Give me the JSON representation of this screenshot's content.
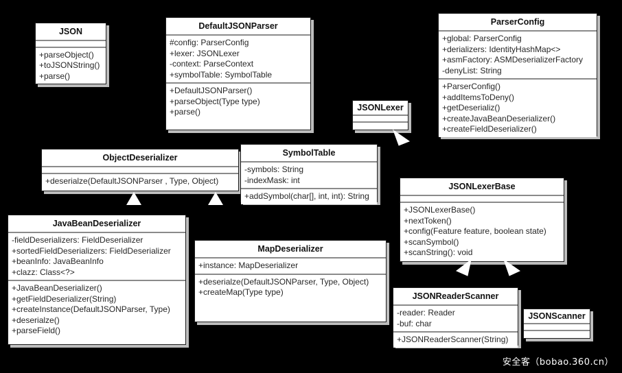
{
  "diagram": {
    "type": "uml-class-diagram",
    "background_color": "#000000",
    "box_fill_color": "#ffffff",
    "box_border_color": "#1c1c1c",
    "separator_color": "#8a8a8a",
    "shadow_color": "#bdbdbd",
    "arrow_color": "#ffffff"
  },
  "classes": [
    {
      "id": "json",
      "name": "JSON",
      "attributes": [],
      "methods": [
        "+parseObject()",
        "+toJSONString()",
        "+parse()"
      ]
    },
    {
      "id": "default-json-parser",
      "name": "DefaultJSONParser",
      "attributes": [
        "#config: ParserConfig",
        "+lexer: JSONLexer",
        "-context: ParseContext",
        "+symbolTable: SymbolTable"
      ],
      "methods": [
        "+DefaultJSONParser()",
        "+parseObject(Type type)",
        "+parse()"
      ]
    },
    {
      "id": "parser-config",
      "name": "ParserConfig",
      "attributes": [
        "+global: ParserConfig",
        "+derializers: IdentityHashMap<>",
        "+asmFactory: ASMDeserializerFactory",
        "-denyList: String"
      ],
      "methods": [
        "+ParserConfig()",
        "+addItemsToDeny()",
        "+getDeserializ()",
        "+createJavaBeanDeserializer()",
        "+createFieldDeserializer()"
      ]
    },
    {
      "id": "json-lexer",
      "name": "JSONLexer",
      "attributes": [],
      "methods": []
    },
    {
      "id": "object-deserializer",
      "name": "ObjectDeserializer",
      "attributes": [],
      "methods": [
        "+deserialze(DefaultJSONParser , Type, Object)"
      ]
    },
    {
      "id": "symbol-table",
      "name": "SymbolTable",
      "attributes": [
        "-symbols: String",
        "-indexMask: int"
      ],
      "methods": [
        "+addSymbol(char[], int, int): String"
      ]
    },
    {
      "id": "json-lexer-base",
      "name": "JSONLexerBase",
      "attributes": [],
      "methods": [
        "+JSONLexerBase()",
        "+nextToken()",
        "+config(Feature feature, boolean state)",
        "+scanSymbol()",
        "+scanString(): void"
      ]
    },
    {
      "id": "java-bean-deserializer",
      "name": "JavaBeanDeserializer",
      "attributes": [
        "-fieldDeserializers: FieldDeserializer",
        "+sortedFieldDeserializers: FieldDeserializer",
        "+beanInfo: JavaBeanInfo",
        "+clazz: Class<?>"
      ],
      "methods": [
        "+JavaBeanDeserializer()",
        "+getFieldDeserializer(String)",
        "+createInstance(DefaultJSONParser, Type)",
        "+deserialze()",
        "+parseField()"
      ]
    },
    {
      "id": "map-deserializer",
      "name": "MapDeserializer",
      "attributes": [
        "+instance: MapDeserializer"
      ],
      "methods": [
        "+deserialze(DefaultJSONParser, Type, Object)",
        "+createMap(Type type)"
      ]
    },
    {
      "id": "json-reader-scanner",
      "name": "JSONReaderScanner",
      "attributes": [
        "-reader: Reader",
        "-buf: char"
      ],
      "methods": [
        "+JSONReaderScanner(String)"
      ]
    },
    {
      "id": "json-scanner",
      "name": "JSONScanner",
      "attributes": [],
      "methods": []
    }
  ],
  "relationships": [
    {
      "id": "rel-lexerbase-to-lexer",
      "type": "generalization",
      "from": "json-lexer-base",
      "to": "json-lexer"
    },
    {
      "id": "rel-javabean-to-objectdes",
      "type": "generalization",
      "from": "java-bean-deserializer",
      "to": "object-deserializer"
    },
    {
      "id": "rel-mapdes-to-objectdes",
      "type": "generalization",
      "from": "map-deserializer",
      "to": "object-deserializer"
    },
    {
      "id": "rel-readerscanner-to-lexerbase",
      "type": "generalization",
      "from": "json-reader-scanner",
      "to": "json-lexer-base"
    },
    {
      "id": "rel-scanner-to-lexerbase",
      "type": "generalization",
      "from": "json-scanner",
      "to": "json-lexer-base"
    }
  ],
  "watermark": {
    "text": "安全客（bobao.360.cn）"
  }
}
